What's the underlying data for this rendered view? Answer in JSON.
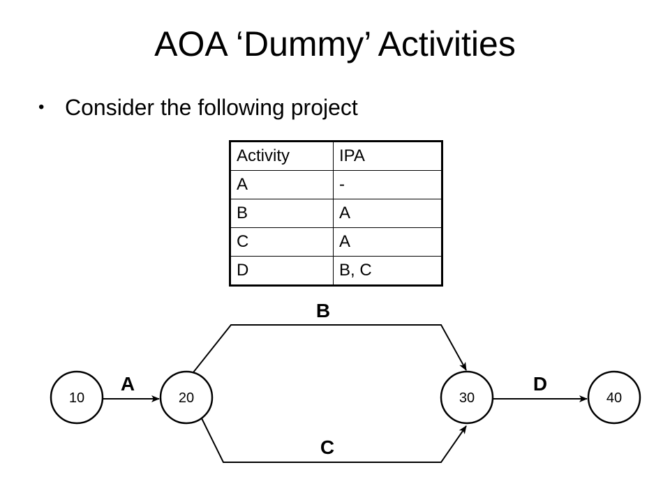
{
  "slide": {
    "title": "AOA ‘Dummy’ Activities",
    "bullet": "Consider the following project"
  },
  "table": {
    "headers": [
      "Activity",
      "IPA"
    ],
    "rows": [
      [
        "A",
        "-"
      ],
      [
        "B",
        "A"
      ],
      [
        "C",
        "A"
      ],
      [
        "D",
        "B, C"
      ]
    ]
  },
  "network": {
    "nodes": [
      "10",
      "20",
      "30",
      "40"
    ],
    "activities": [
      "A",
      "B",
      "C",
      "D"
    ]
  }
}
